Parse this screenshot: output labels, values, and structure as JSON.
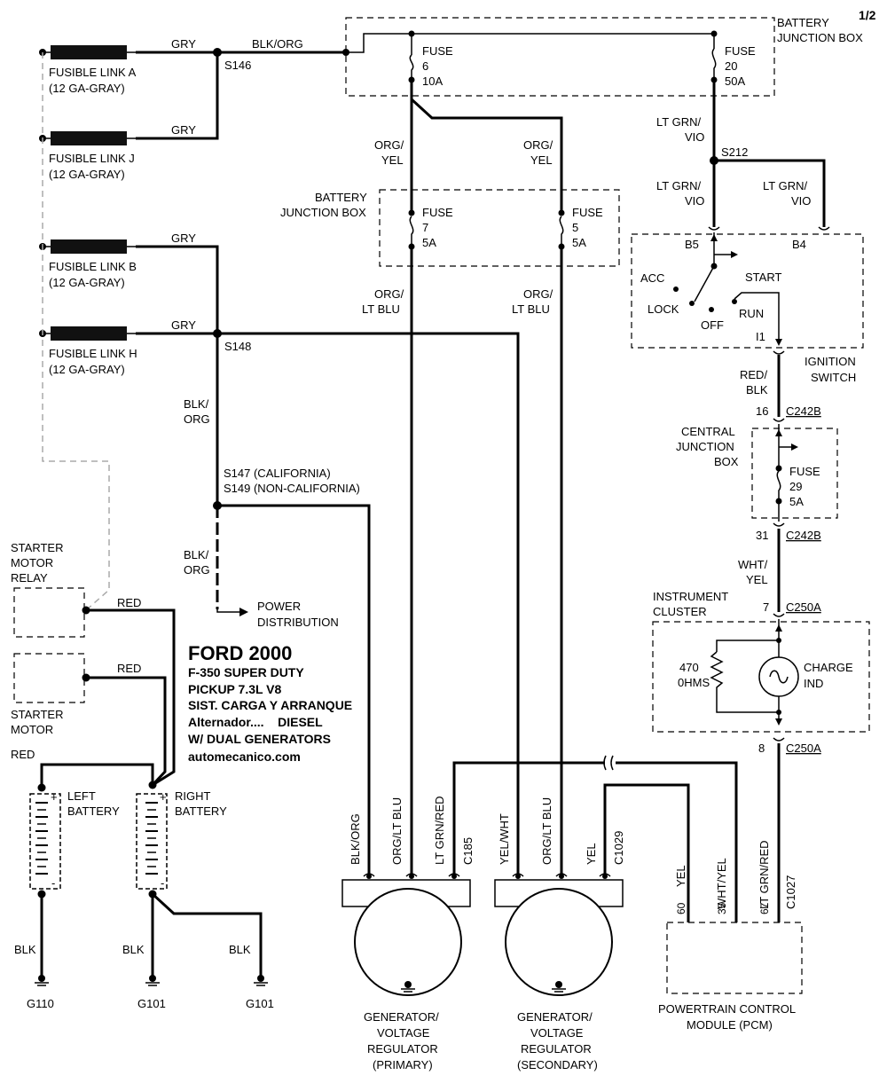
{
  "page_num": "1/2",
  "title": {
    "l1": "FORD 2000",
    "l2": "F-350 SUPER DUTY",
    "l3": "PICKUP  7.3L  V8",
    "l4": "SIST. CARGA Y ARRANQUE",
    "l5": "Alternador....    DIESEL",
    "l6": "W/ DUAL GENERATORS",
    "l7": "automecanico.com"
  },
  "links": {
    "a_name": "FUSIBLE LINK A",
    "a_sub": "(12 GA-GRAY)",
    "j_name": "FUSIBLE LINK J",
    "j_sub": "(12 GA-GRAY)",
    "b_name": "FUSIBLE LINK B",
    "b_sub": "(12 GA-GRAY)",
    "h_name": "FUSIBLE LINK H",
    "h_sub": "(12 GA-GRAY)"
  },
  "wires": {
    "gry": "GRY",
    "blk_org": "BLK/ORG",
    "blk_org_a": "BLK/",
    "blk_org_b": "ORG",
    "org_yel_a": "ORG/",
    "org_yel_b": "YEL",
    "org_ltblu_a": "ORG/",
    "org_ltblu_b": "LT BLU",
    "ltgrn_vio_a": "LT GRN/",
    "ltgrn_vio_b": "VIO",
    "red_blk_a": "RED/",
    "red_blk_b": "BLK",
    "wht_yel_a": "WHT/",
    "wht_yel_b": "YEL",
    "red": "RED",
    "blk": "BLK",
    "org_ltblu": "ORG/LT BLU",
    "ltgrn_red": "LT GRN/RED",
    "yel_wht": "YEL/WHT",
    "yel": "YEL",
    "wht_yel": "WHT/YEL"
  },
  "splices": {
    "s146": "S146",
    "s148": "S148",
    "s212": "S212",
    "s147": "S147 (CALIFORNIA)",
    "s149": "S149 (NON-CALIFORNIA)"
  },
  "bjb_top": {
    "name_a": "BATTERY",
    "name_b": "JUNCTION BOX",
    "fuse6_a": "FUSE",
    "fuse6_b": "6",
    "fuse6_c": "10A",
    "fuse20_a": "FUSE",
    "fuse20_b": "20",
    "fuse20_c": "50A"
  },
  "bjb_mid": {
    "name_a": "BATTERY",
    "name_b": "JUNCTION BOX",
    "fuse7_a": "FUSE",
    "fuse7_b": "7",
    "fuse7_c": "5A",
    "fuse5_a": "FUSE",
    "fuse5_b": "5",
    "fuse5_c": "5A"
  },
  "ignition": {
    "b5": "B5",
    "b4": "B4",
    "acc": "ACC",
    "lock": "LOCK",
    "off": "OFF",
    "start": "START",
    "run": "RUN",
    "i1": "I1",
    "name_a": "IGNITION",
    "name_b": "SWITCH"
  },
  "cjb": {
    "name_a": "CENTRAL",
    "name_b": "JUNCTION",
    "name_c": "BOX",
    "fuse_a": "FUSE",
    "fuse_b": "29",
    "fuse_c": "5A",
    "pin16": "16",
    "pin31": "31",
    "conn": "C242B"
  },
  "cluster": {
    "name_a": "INSTRUMENT",
    "name_b": "CLUSTER",
    "pin7": "7",
    "pin8": "8",
    "conn": "C250A",
    "res_a": "470",
    "res_b": "0HMS",
    "lamp_a": "CHARGE",
    "lamp_b": "IND"
  },
  "starter": {
    "relay_a": "STARTER",
    "relay_b": "MOTOR",
    "relay_c": "RELAY",
    "motor_a": "STARTER",
    "motor_b": "MOTOR"
  },
  "power_dist_a": "POWER",
  "power_dist_b": "DISTRIBUTION",
  "batteries": {
    "left_a": "LEFT",
    "left_b": "BATTERY",
    "right_a": "RIGHT",
    "right_b": "BATTERY",
    "plus": "+",
    "minus": "-"
  },
  "grounds": {
    "g110": "G110",
    "g101a": "G101",
    "g101b": "G101"
  },
  "gen_primary": {
    "l1": "GENERATOR/",
    "l2": "VOLTAGE",
    "l3": "REGULATOR",
    "l4": "(PRIMARY)",
    "conn": "C185"
  },
  "gen_secondary": {
    "l1": "GENERATOR/",
    "l2": "VOLTAGE",
    "l3": "REGULATOR",
    "l4": "(SECONDARY)",
    "conn": "C1029"
  },
  "pcm": {
    "l1": "POWERTRAIN CONTROL",
    "l2": "MODULE (PCM)",
    "p60": "60",
    "p35": "35",
    "p67": "67",
    "conn": "C1027"
  }
}
